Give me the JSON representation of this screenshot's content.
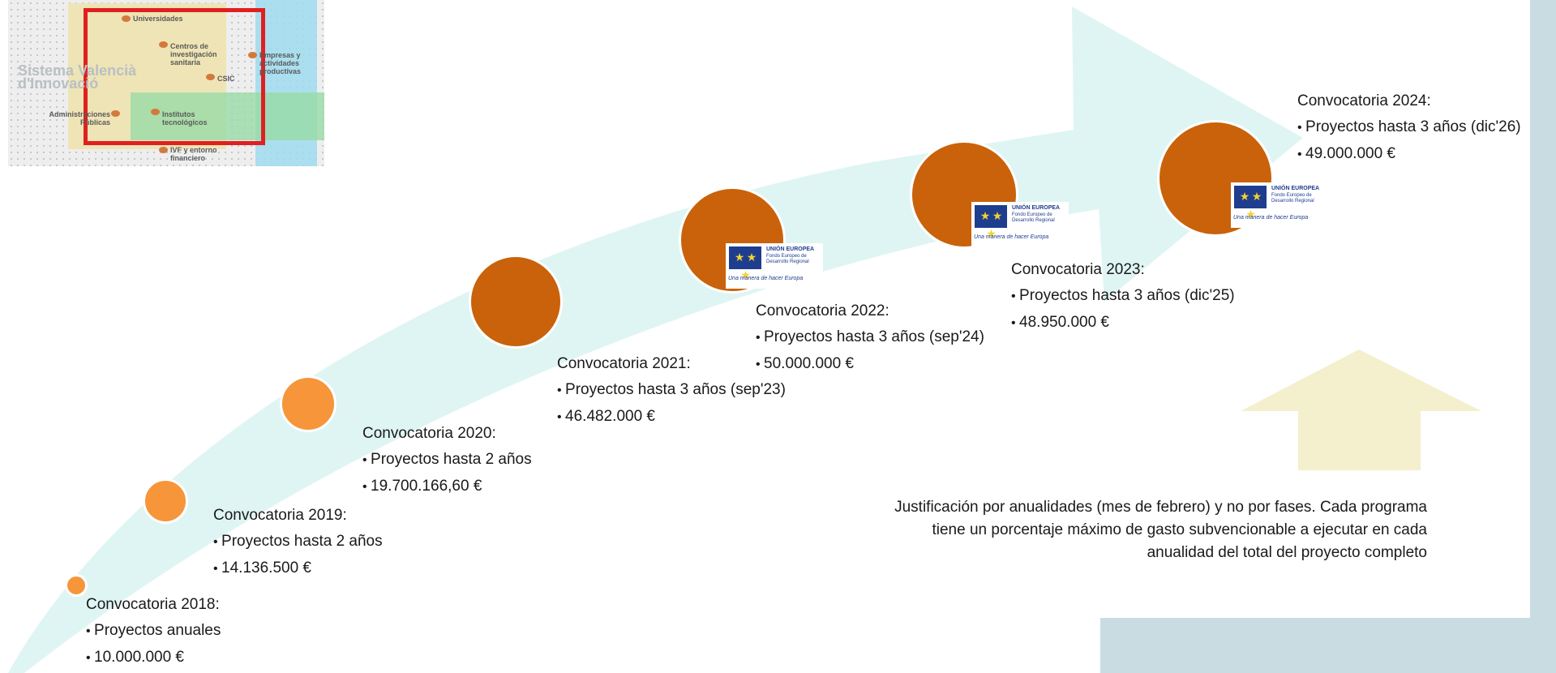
{
  "diagram": {
    "colors": {
      "arrow": "#dff5f3",
      "panel": "#c8dce2",
      "circle_light": "#f7953a",
      "circle_dark": "#c9620a",
      "up_arrow": "#f4efcc",
      "eu_blue": "#1f3d8f",
      "eu_star": "#f2d230",
      "highlight_box": "#e02020"
    },
    "eu_badge": {
      "title": "UNIÓN EUROPEA",
      "subtitle": "Fondo Europeo de Desarrollo Regional",
      "tagline": "Una manera de hacer Europa",
      "flag_glyph": "★ ★ ★"
    },
    "milestones": [
      {
        "title": "Convocatoria 2018:",
        "bullets": [
          "Proyectos anuales",
          "10.000.000 €"
        ]
      },
      {
        "title": "Convocatoria 2019:",
        "bullets": [
          "Proyectos hasta 2 años",
          "14.136.500 €"
        ]
      },
      {
        "title": "Convocatoria 2020:",
        "bullets": [
          "Proyectos hasta 2 años",
          "19.700.166,60 €"
        ]
      },
      {
        "title": "Convocatoria 2021:",
        "bullets": [
          "Proyectos hasta 3 años (sep'23)",
          "46.482.000 €"
        ]
      },
      {
        "title": "Convocatoria 2022:",
        "bullets": [
          "Proyectos hasta 3 años (sep'24)",
          "50.000.000 €"
        ]
      },
      {
        "title": "Convocatoria 2023:",
        "bullets": [
          "Proyectos hasta 3 años (dic'25)",
          "48.950.000 €"
        ]
      },
      {
        "title": "Convocatoria 2024:",
        "bullets": [
          "Proyectos hasta 3 años (dic'26)",
          "49.000.000 €"
        ]
      }
    ],
    "note": "Justificación por anualidades (mes de febrero) y no por fases. Cada programa tiene un porcentaje máximo de gasto subvencionable a ejecutar en cada anualidad del total del proyecto completo",
    "thumbnail": {
      "heading_line1": "Sistema Valencià",
      "heading_line2": "d'Innovació",
      "nodes": {
        "universidades": "Universidades",
        "centros": "Centros de investigación sanitaria",
        "empresas": "Empresas y actividades productivas",
        "csic": "CSIC",
        "administraciones": "Administraciones Públicas",
        "institutos": "Institutos tecnológicos",
        "ivf": "IVF y entorno financiero"
      }
    }
  }
}
